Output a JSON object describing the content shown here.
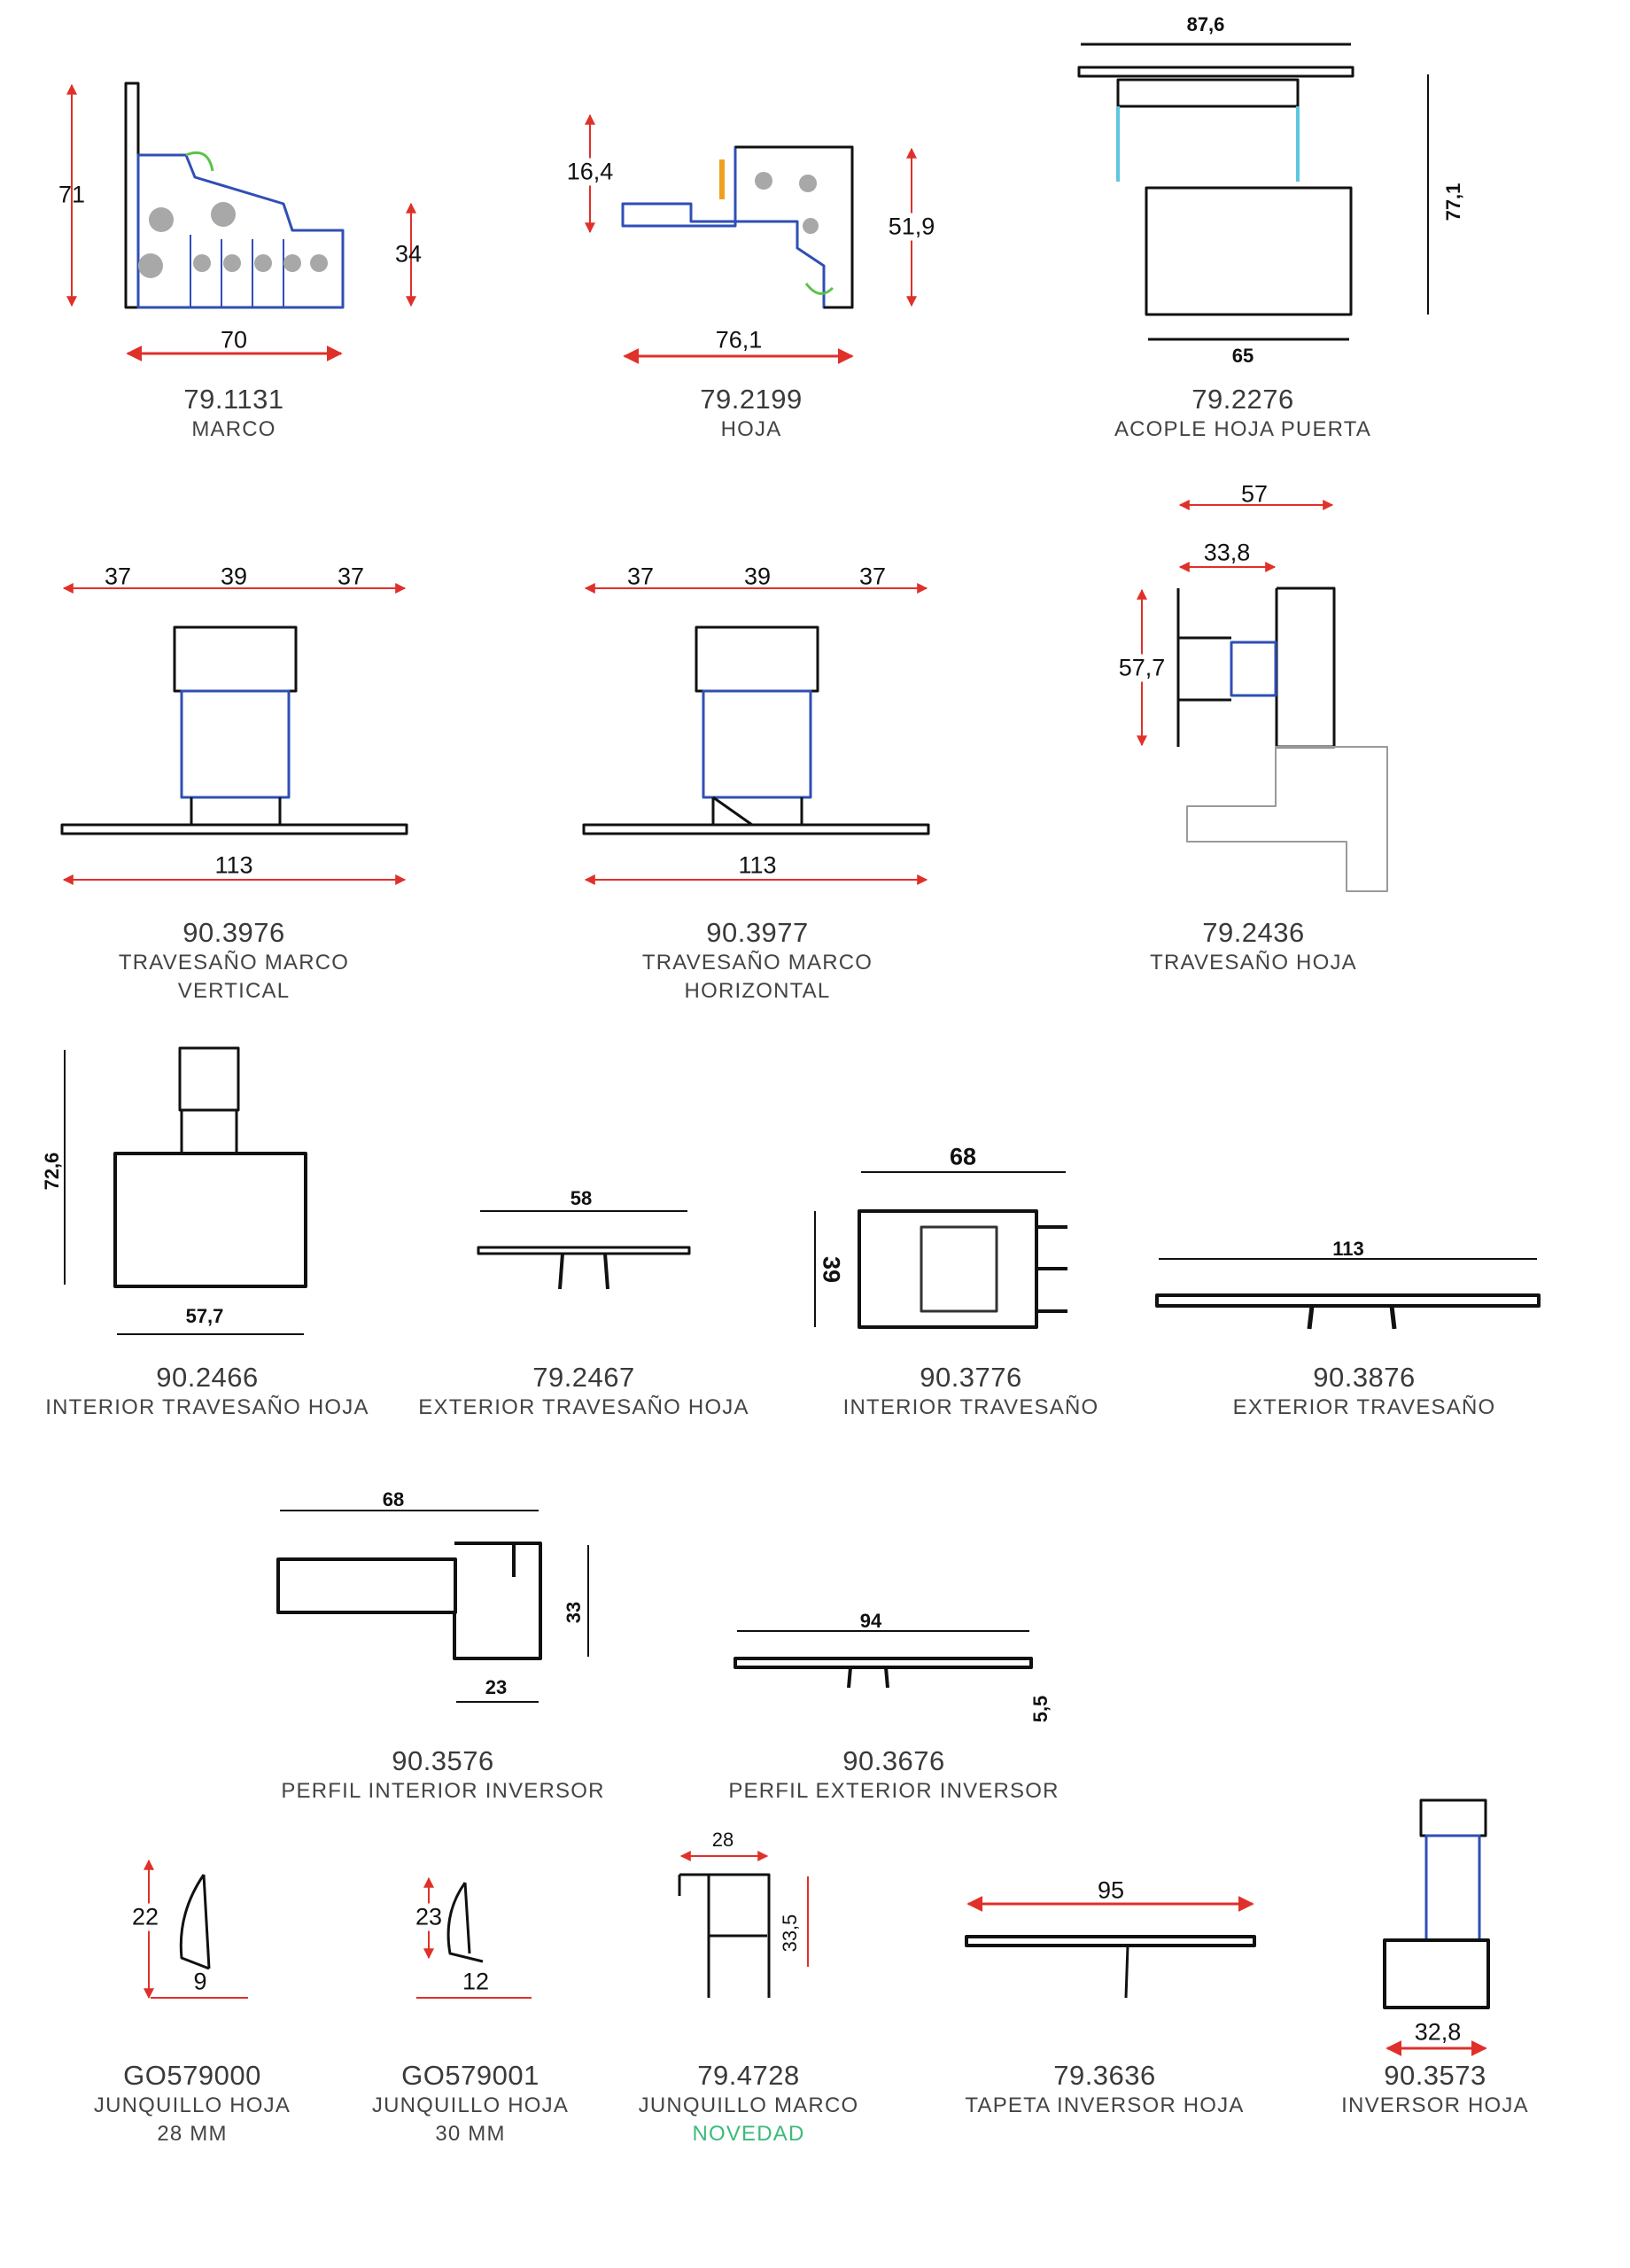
{
  "items": [
    {
      "code": "79.1131",
      "name": "MARCO",
      "dims": [
        "71",
        "34",
        "70"
      ]
    },
    {
      "code": "79.2199",
      "name": "HOJA",
      "dims": [
        "16,4",
        "51,9",
        "76,1"
      ]
    },
    {
      "code": "79.2276",
      "name": "ACOPLE HOJA PUERTA",
      "dims": [
        "87,6",
        "77,1",
        "65"
      ]
    },
    {
      "code": "90.3976",
      "name": "TRAVESAÑO MARCO",
      "name2": "VERTICAL",
      "dims": [
        "37",
        "39",
        "37",
        "113"
      ]
    },
    {
      "code": "90.3977",
      "name": "TRAVESAÑO MARCO",
      "name2": "HORIZONTAL",
      "dims": [
        "37",
        "39",
        "37",
        "113"
      ]
    },
    {
      "code": "79.2436",
      "name": "TRAVESAÑO HOJA",
      "dims": [
        "57",
        "33,8",
        "57,7"
      ]
    },
    {
      "code": "90.2466",
      "name": "INTERIOR TRAVESAÑO HOJA",
      "dims": [
        "72,6",
        "57,7"
      ]
    },
    {
      "code": "79.2467",
      "name": "EXTERIOR TRAVESAÑO HOJA",
      "dims": [
        "58"
      ]
    },
    {
      "code": "90.3776",
      "name": "INTERIOR TRAVESAÑO",
      "dims": [
        "68",
        "39"
      ]
    },
    {
      "code": "90.3876",
      "name": "EXTERIOR TRAVESAÑO",
      "dims": [
        "113"
      ]
    },
    {
      "code": "90.3576",
      "name": "PERFIL INTERIOR INVERSOR",
      "dims": [
        "68",
        "33",
        "23"
      ]
    },
    {
      "code": "90.3676",
      "name": "PERFIL EXTERIOR INVERSOR",
      "dims": [
        "94",
        "5,5"
      ]
    },
    {
      "code": "GO579000",
      "name": "JUNQUILLO HOJA",
      "name2": "28 MM",
      "dims": [
        "22",
        "9"
      ]
    },
    {
      "code": "GO579001",
      "name": "JUNQUILLO HOJA",
      "name2": "30 MM",
      "dims": [
        "23",
        "12"
      ]
    },
    {
      "code": "79.4728",
      "name": "JUNQUILLO MARCO",
      "name2": "NOVEDAD",
      "dims": [
        "28",
        "33,5"
      ]
    },
    {
      "code": "79.3636",
      "name": "TAPETA INVERSOR HOJA",
      "dims": [
        "95"
      ]
    },
    {
      "code": "90.3573",
      "name": "INVERSOR HOJA",
      "dims": [
        "32,8"
      ]
    }
  ],
  "colors": {
    "dimension": "#e0302a",
    "thermal_break": "#2f4fb5",
    "gasket": "#5cc24a",
    "cyan_profile": "#5fc6dd",
    "novedad": "#3cba7a"
  }
}
